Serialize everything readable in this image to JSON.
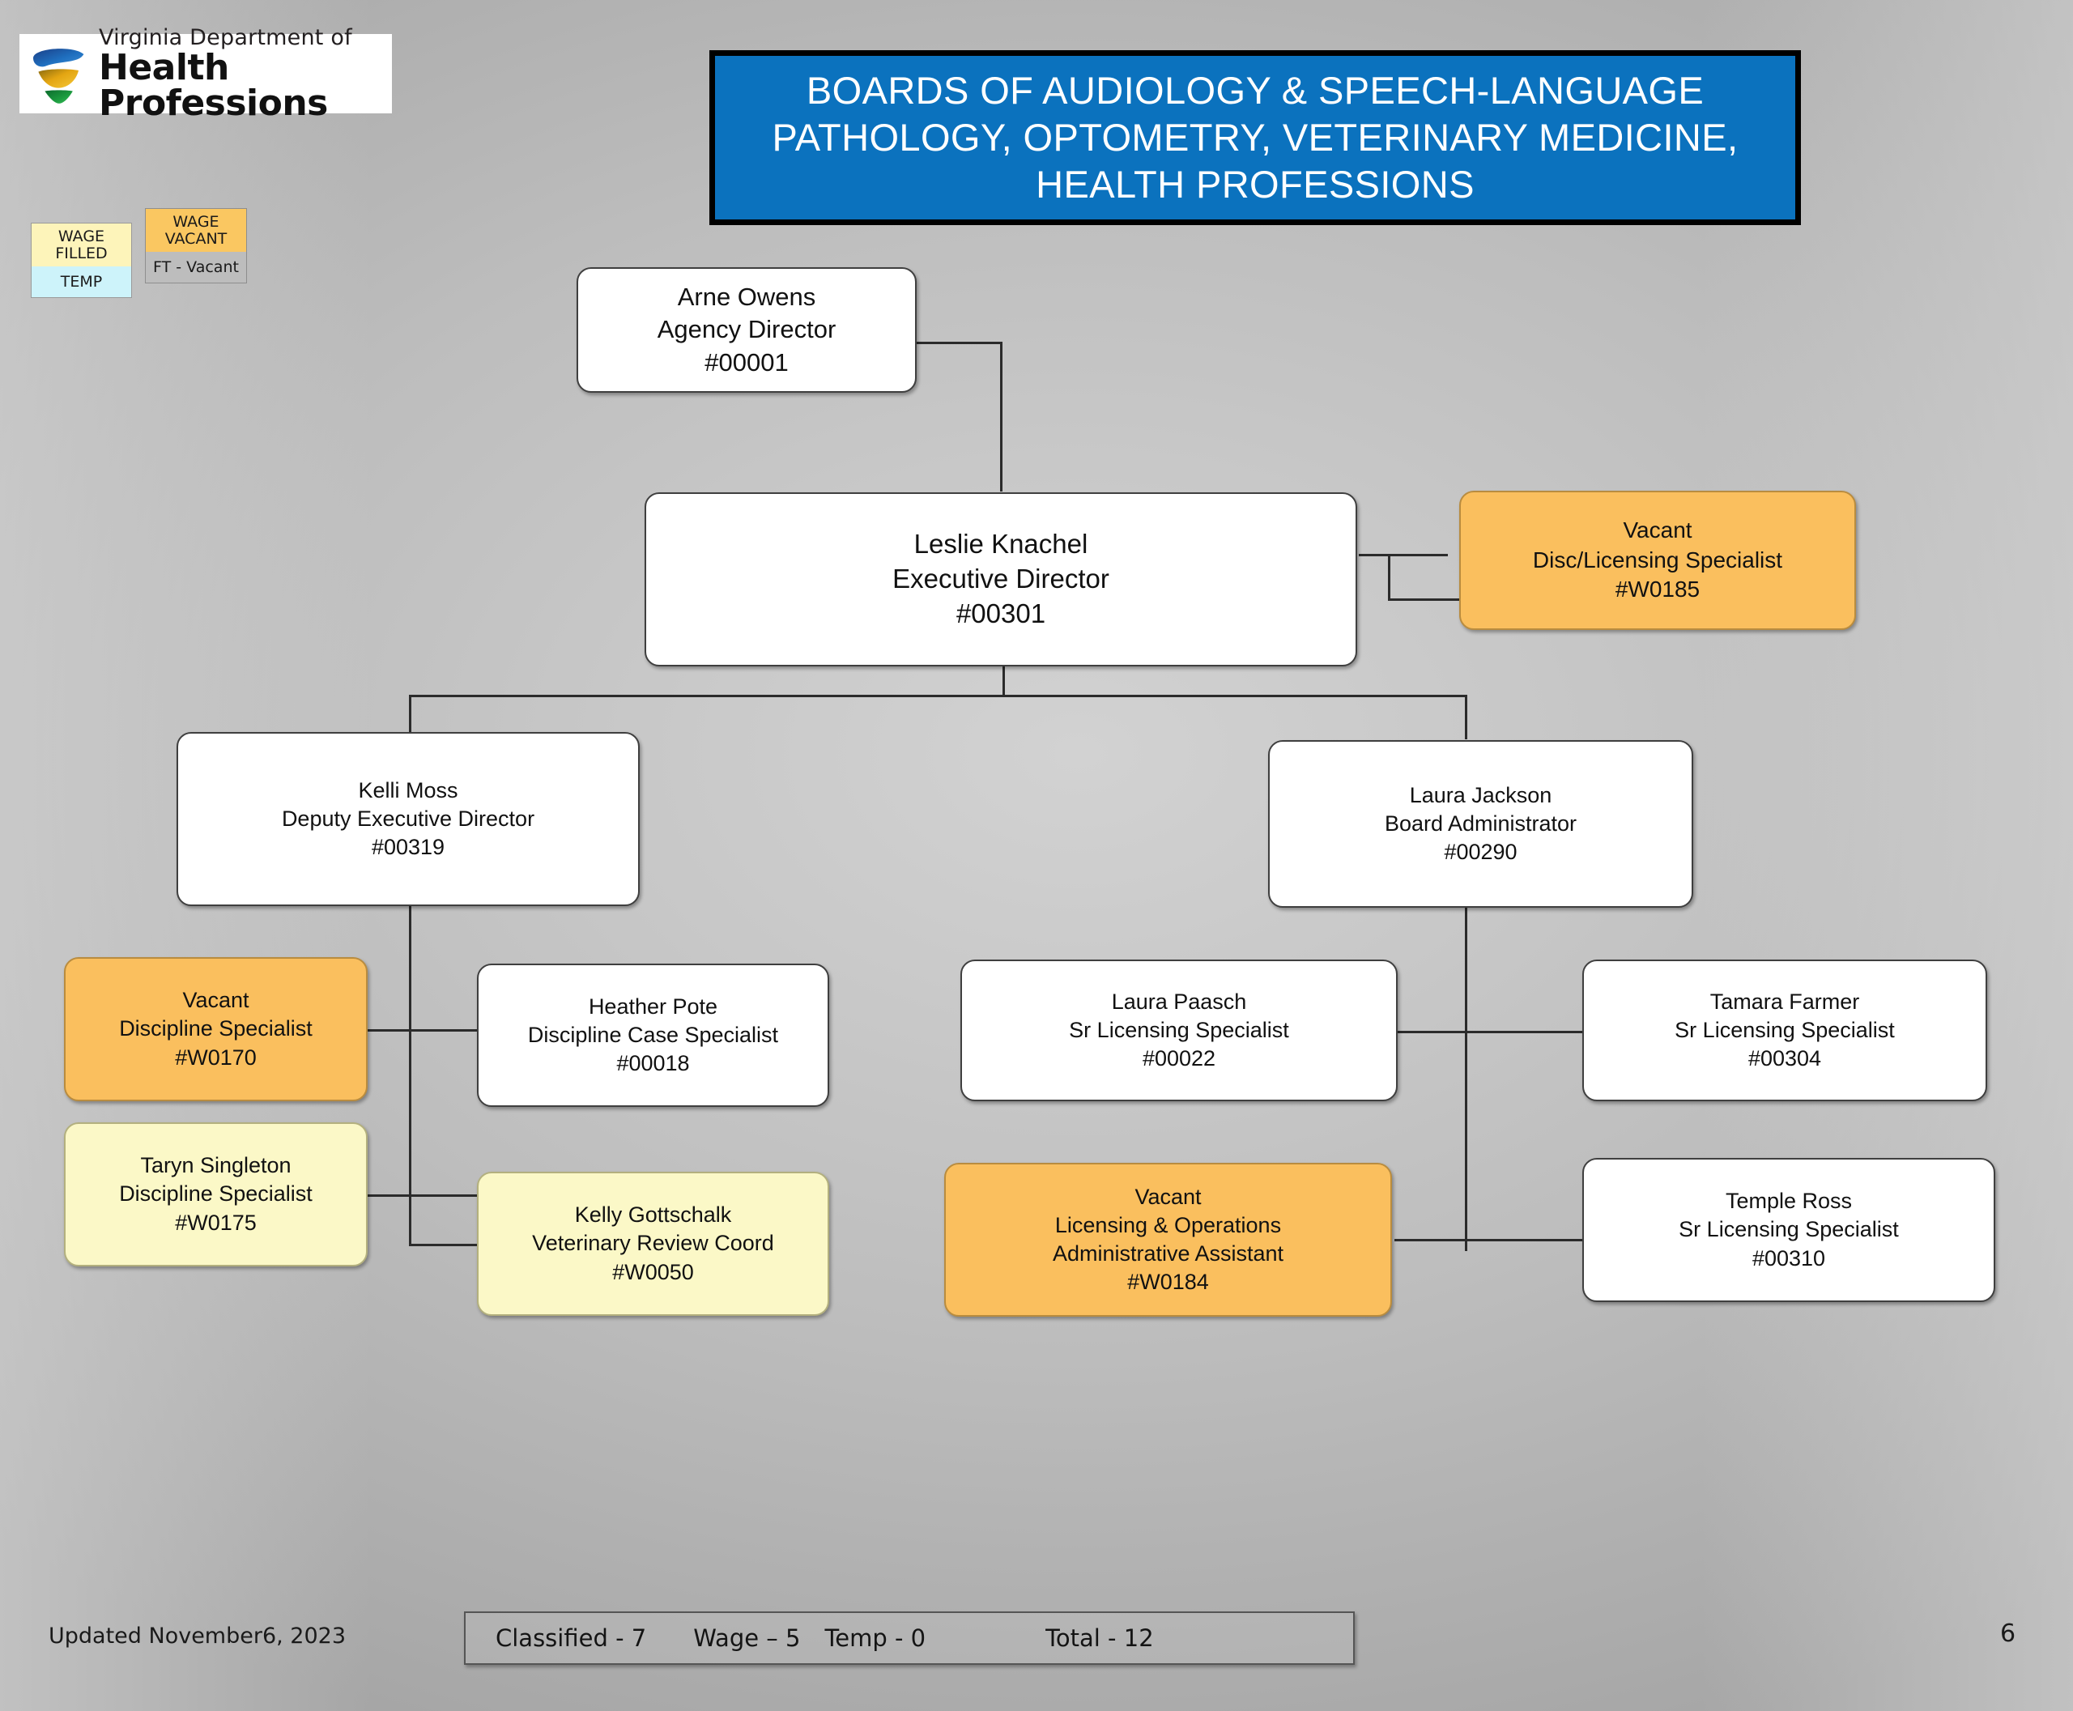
{
  "logo": {
    "line1": "Virginia Department of",
    "line2": "Health Professions",
    "icon": "vdhp-swoosh-logo"
  },
  "legend": {
    "wage_filled": "WAGE FILLED",
    "temp": "TEMP",
    "wage_vacant": "WAGE VACANT",
    "ft_vacant": "FT - Vacant",
    "colors": {
      "wage_filled": "#fdf4ba",
      "temp": "#cdf3fa",
      "wage_vacant": "#fac761",
      "ft_vacant": "#bdbdbd"
    }
  },
  "banner": {
    "title": "BOARDS OF AUDIOLOGY & SPEECH-LANGUAGE PATHOLOGY, OPTOMETRY, VETERINARY MEDICINE, HEALTH PROFESSIONS",
    "background": "#0b72be",
    "text_color": "#ffffff"
  },
  "nodes": {
    "agency_director": {
      "name": "Arne Owens",
      "title": "Agency Director",
      "number": "#00001",
      "type": "classified"
    },
    "executive_director": {
      "name": "Leslie Knachel",
      "title": "Executive Director",
      "number": "#00301",
      "type": "classified"
    },
    "disc_licensing_vacant": {
      "name": "Vacant",
      "title": "Disc/Licensing Specialist",
      "number": "#W0185",
      "type": "wage-vacant"
    },
    "deputy_executive_director": {
      "name": "Kelli Moss",
      "title": "Deputy Executive Director",
      "number": "#00319",
      "type": "classified"
    },
    "board_administrator": {
      "name": "Laura Jackson",
      "title": "Board Administrator",
      "number": "#00290",
      "type": "classified"
    },
    "discipline_specialist_vacant": {
      "name": "Vacant",
      "title": "Discipline Specialist",
      "number": "#W0170",
      "type": "wage-vacant"
    },
    "discipline_case_specialist": {
      "name": "Heather Pote",
      "title": "Discipline Case Specialist",
      "number": "#00018",
      "type": "classified"
    },
    "discipline_specialist_filled": {
      "name": "Taryn Singleton",
      "title": "Discipline Specialist",
      "number": "#W0175",
      "type": "wage-filled"
    },
    "veterinary_review_coord": {
      "name": "Kelly Gottschalk",
      "title": "Veterinary Review Coord",
      "number": "#W0050",
      "type": "wage-filled"
    },
    "sr_licensing_specialist_paasch": {
      "name": "Laura Paasch",
      "title": "Sr Licensing Specialist",
      "number": "#00022",
      "type": "classified"
    },
    "sr_licensing_specialist_farmer": {
      "name": "Tamara Farmer",
      "title": "Sr Licensing Specialist",
      "number": "#00304",
      "type": "classified"
    },
    "licensing_ops_admin_vacant": {
      "name": "Vacant",
      "title": "Licensing & Operations",
      "title2": "Administrative Assistant",
      "number": "#W0184",
      "type": "wage-vacant"
    },
    "sr_licensing_specialist_ross": {
      "name": "Temple Ross",
      "title": "Sr Licensing Specialist",
      "number": "#00310",
      "type": "classified"
    }
  },
  "footer": {
    "updated": "Updated November6, 2023",
    "classified": "Classified - 7",
    "wage": "Wage – 5",
    "temp": "Temp - 0",
    "total": "Total - 12",
    "page_number": "6"
  }
}
